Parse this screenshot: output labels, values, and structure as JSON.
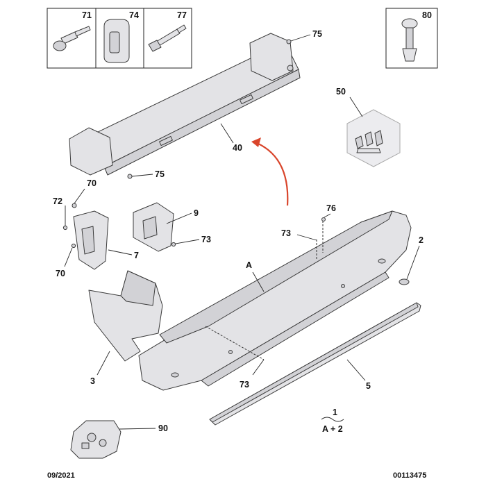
{
  "labels": {
    "p71": "71",
    "p74": "74",
    "p77": "77",
    "p80": "80",
    "p75a": "75",
    "p75b": "75",
    "p50": "50",
    "p40": "40",
    "p70a": "70",
    "p72": "72",
    "p9": "9",
    "p73a": "73",
    "p70b": "70",
    "p7": "7",
    "p76": "76",
    "p73b": "73",
    "p2": "2",
    "pA": "A",
    "p3": "3",
    "p73c": "73",
    "p5": "5",
    "p90": "90",
    "p1": "1",
    "pA2": "A + 2"
  },
  "footer": {
    "date": "09/2021",
    "ref": "00113475"
  },
  "colors": {
    "arrow": "#d9452b",
    "part": "#e3e3e6",
    "stroke": "#3a3a3a"
  }
}
